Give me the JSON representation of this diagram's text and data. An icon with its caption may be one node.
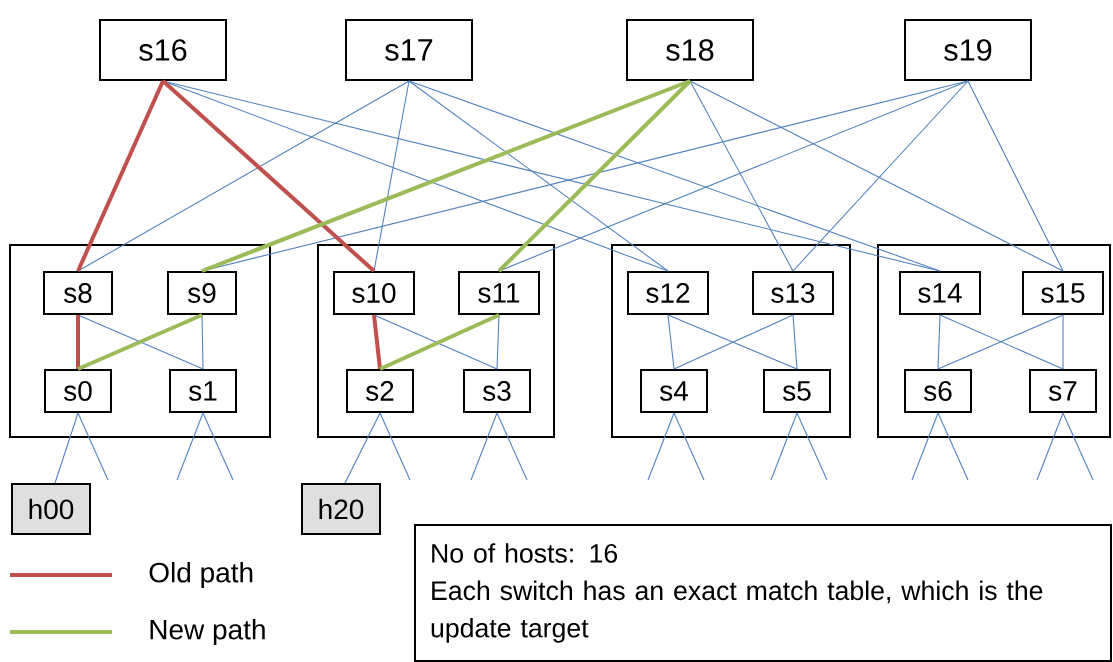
{
  "diagram": {
    "nodes": [
      {
        "text": [
          "s16"
        ]
      },
      {
        "text": [
          "s17"
        ]
      },
      {
        "text": [
          "s18"
        ]
      },
      {
        "text": [
          "s19"
        ]
      },
      {
        "text": [],
        "shape": "box"
      },
      {
        "text": [
          "s8"
        ],
        "in": 4
      },
      {
        "text": [
          "s9"
        ],
        "in": 4
      },
      {
        "text": [
          "s0"
        ],
        "in": 4
      },
      {
        "text": [
          "s1"
        ],
        "in": 4
      },
      {
        "text": [],
        "shape": "box"
      },
      {
        "text": [
          "s10"
        ],
        "in": 9
      },
      {
        "text": [
          "s11"
        ],
        "in": 9
      },
      {
        "text": [
          "s2"
        ],
        "in": 9
      },
      {
        "text": [
          "s3"
        ],
        "in": 9
      },
      {
        "text": [],
        "shape": "box"
      },
      {
        "text": [
          "s12"
        ],
        "in": 14
      },
      {
        "text": [
          "s13"
        ],
        "in": 14
      },
      {
        "text": [
          "s4"
        ],
        "in": 14
      },
      {
        "text": [
          "s5"
        ],
        "in": 14
      },
      {
        "text": [],
        "shape": "box"
      },
      {
        "text": [
          "s14"
        ],
        "in": 19
      },
      {
        "text": [
          "s15"
        ],
        "in": 19
      },
      {
        "text": [
          "s6"
        ],
        "in": 19
      },
      {
        "text": [
          "s7"
        ],
        "in": 19
      },
      {
        "text": [
          "h00"
        ]
      },
      {
        "text": [
          "h20"
        ]
      },
      {
        "text": [
          "No of hosts: 16",
          "Each switch has an exact match table, which is the update target"
        ]
      }
    ],
    "edges": [
      {
        "from": 0,
        "to": 5,
        "arrow": "none",
        "style": "thick",
        "color": "#c0504d"
      },
      {
        "from": 0,
        "to": 10,
        "arrow": "none",
        "style": "thick",
        "color": "#c0504d"
      },
      {
        "from": 0,
        "to": 15,
        "arrow": "none"
      },
      {
        "from": 0,
        "to": 20,
        "arrow": "none"
      },
      {
        "from": 1,
        "to": 5,
        "arrow": "none"
      },
      {
        "from": 1,
        "to": 10,
        "arrow": "none"
      },
      {
        "from": 1,
        "to": 15,
        "arrow": "none"
      },
      {
        "from": 1,
        "to": 20,
        "arrow": "none"
      },
      {
        "from": 2,
        "to": 6,
        "arrow": "none",
        "style": "thick",
        "color": "#9bbb59"
      },
      {
        "from": 2,
        "to": 11,
        "arrow": "none",
        "style": "thick",
        "color": "#9bbb59"
      },
      {
        "from": 2,
        "to": 16,
        "arrow": "none"
      },
      {
        "from": 2,
        "to": 21,
        "arrow": "none"
      },
      {
        "from": 3,
        "to": 6,
        "arrow": "none"
      },
      {
        "from": 3,
        "to": 11,
        "arrow": "none"
      },
      {
        "from": 3,
        "to": 16,
        "arrow": "none"
      },
      {
        "from": 3,
        "to": 21,
        "arrow": "none"
      },
      {
        "from": 5,
        "to": 7,
        "arrow": "none",
        "style": "thick",
        "color": "#c0504d"
      },
      {
        "from": 5,
        "to": 8,
        "arrow": "none"
      },
      {
        "from": 6,
        "to": 7,
        "arrow": "none",
        "style": "thick",
        "color": "#9bbb59"
      },
      {
        "from": 6,
        "to": 8,
        "arrow": "none"
      },
      {
        "from": 10,
        "to": 12,
        "arrow": "none",
        "style": "thick",
        "color": "#c0504d"
      },
      {
        "from": 10,
        "to": 13,
        "arrow": "none"
      },
      {
        "from": 11,
        "to": 12,
        "arrow": "none",
        "style": "thick",
        "color": "#9bbb59"
      },
      {
        "from": 11,
        "to": 13,
        "arrow": "none"
      },
      {
        "from": 15,
        "to": 17,
        "arrow": "none"
      },
      {
        "from": 15,
        "to": 18,
        "arrow": "none"
      },
      {
        "from": 16,
        "to": 17,
        "arrow": "none"
      },
      {
        "from": 16,
        "to": 18,
        "arrow": "none"
      },
      {
        "from": 20,
        "to": 22,
        "arrow": "none"
      },
      {
        "from": 20,
        "to": 23,
        "arrow": "none"
      },
      {
        "from": 21,
        "to": 22,
        "arrow": "none"
      },
      {
        "from": 21,
        "to": 23,
        "arrow": "none"
      },
      {
        "from": 7,
        "to": 24,
        "arrow": "none"
      },
      {
        "from": 7,
        "to": null,
        "arrow": "none"
      },
      {
        "from": 8,
        "to": null,
        "arrow": "none"
      },
      {
        "from": 8,
        "to": null,
        "arrow": "none"
      },
      {
        "from": 12,
        "to": 25,
        "arrow": "none"
      },
      {
        "from": 12,
        "to": null,
        "arrow": "none"
      },
      {
        "from": 13,
        "to": null,
        "arrow": "none"
      },
      {
        "from": 13,
        "to": null,
        "arrow": "none"
      },
      {
        "from": 17,
        "to": null,
        "arrow": "none"
      },
      {
        "from": 17,
        "to": null,
        "arrow": "none"
      },
      {
        "from": 18,
        "to": null,
        "arrow": "none"
      },
      {
        "from": 18,
        "to": null,
        "arrow": "none"
      },
      {
        "from": 22,
        "to": null,
        "arrow": "none"
      },
      {
        "from": 22,
        "to": null,
        "arrow": "none"
      },
      {
        "from": 23,
        "to": null,
        "arrow": "none"
      },
      {
        "from": 23,
        "to": null,
        "arrow": "none"
      }
    ],
    "legend": [
      {
        "text": "Old path"
      },
      {
        "text": "New path"
      }
    ]
  }
}
